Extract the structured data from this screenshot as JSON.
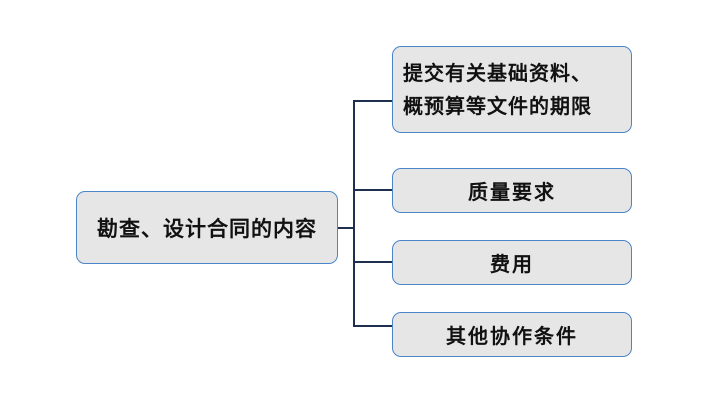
{
  "diagram": {
    "root": {
      "label": "勘查、设计合同的内容"
    },
    "children": [
      {
        "lines": [
          "提交有关基础资料、",
          "概预算等文件的期限"
        ]
      },
      {
        "label": "质量要求"
      },
      {
        "label": "费用"
      },
      {
        "label": "其他协作条件"
      }
    ],
    "colors": {
      "box_fill": "#e6e6e6",
      "box_border": "#4a86c8",
      "connector": "#1f2f4f",
      "text": "#111111"
    }
  }
}
